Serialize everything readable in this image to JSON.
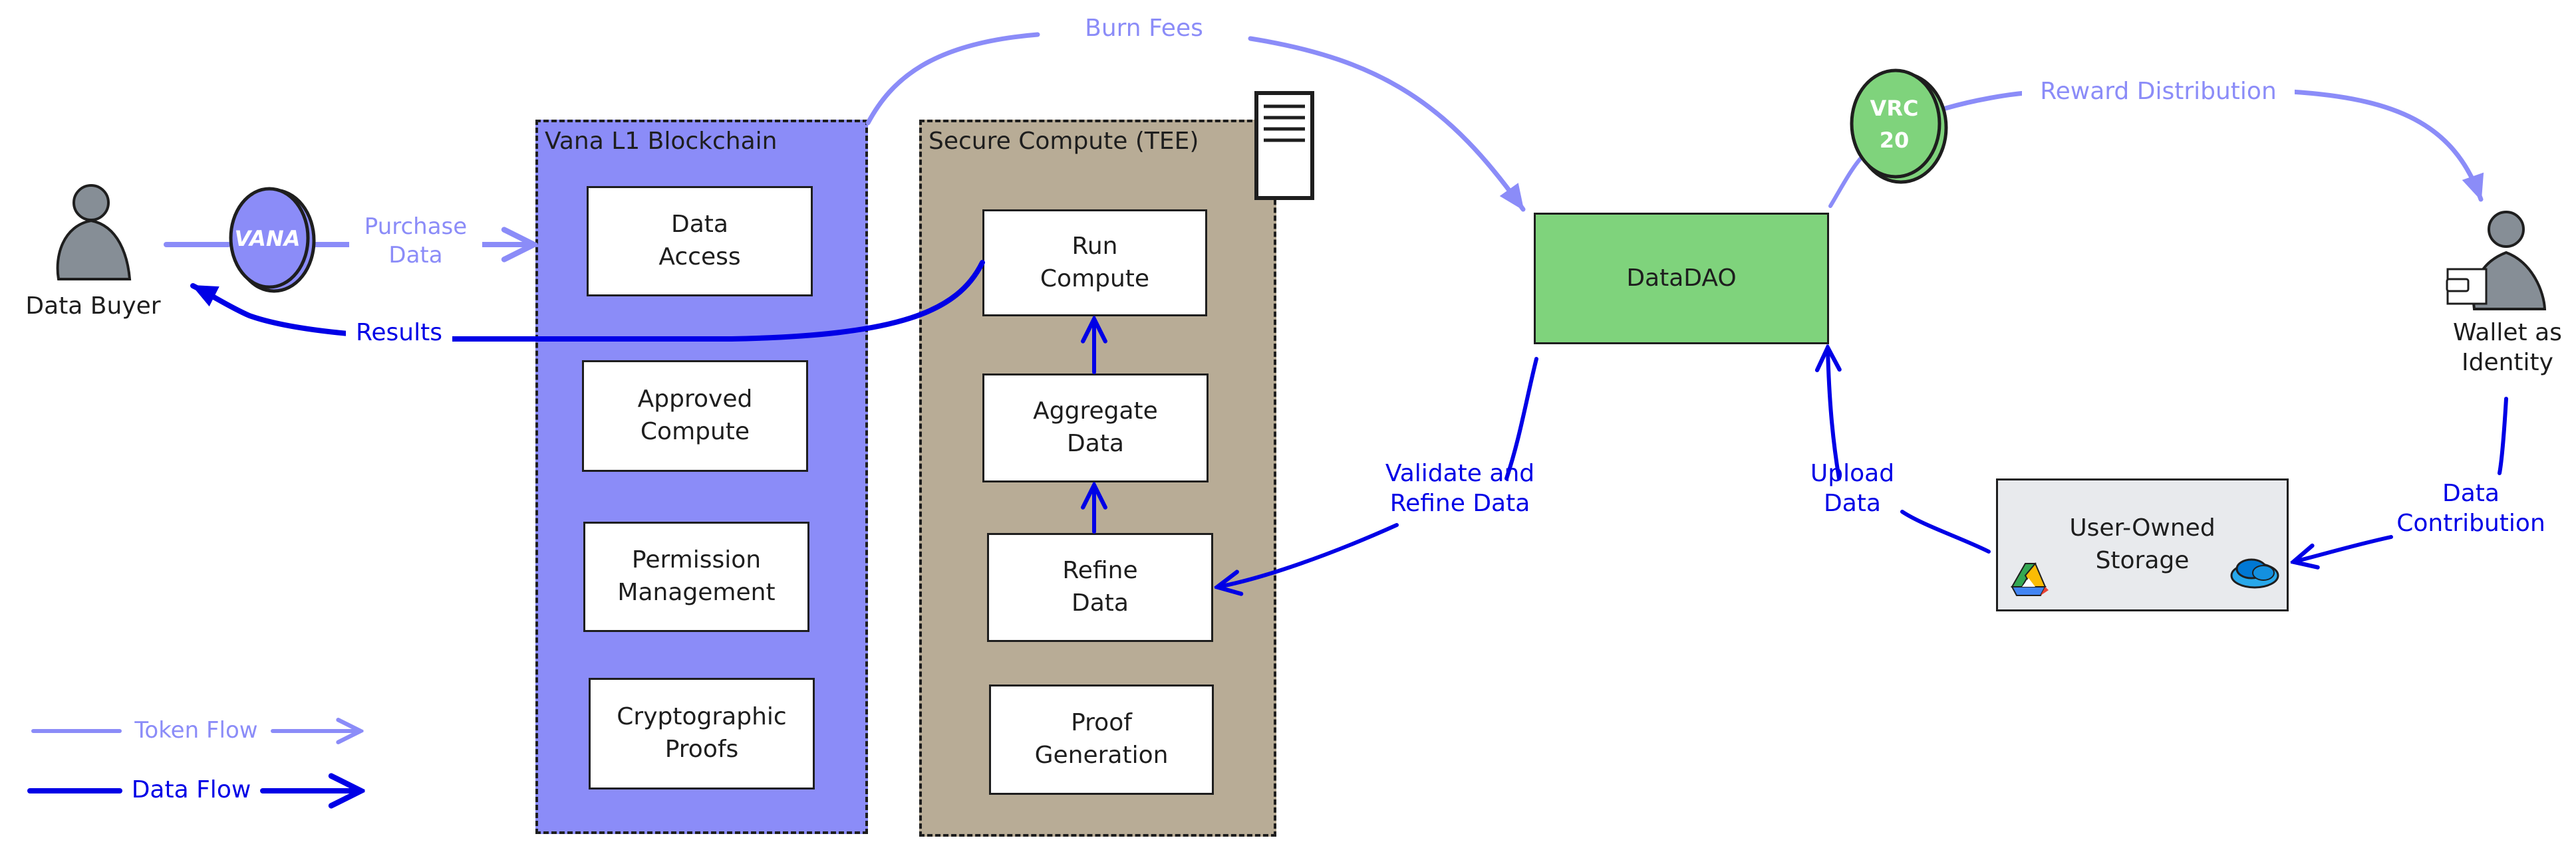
{
  "colors": {
    "token_flow": "#8b8cf8",
    "data_flow": "#0000e6",
    "blockchain_fill": "#8b8cf8",
    "tee_fill": "#b8ac96",
    "datadao_fill": "#7fd37c",
    "storage_fill": "#e8eaed",
    "person_fill": "#868e96",
    "stroke": "#1e1e1e"
  },
  "actors": {
    "data_buyer": {
      "label": "Data Buyer",
      "icon": "person-icon"
    },
    "wallet_identity": {
      "label_line1": "Wallet as",
      "label_line2": "Identity",
      "icon": "person-with-wallet-icon"
    }
  },
  "tokens": {
    "vana": {
      "label": "VANA",
      "icon": "coin-icon"
    },
    "vrc20": {
      "label_line1": "VRC",
      "label_line2": "20",
      "icon": "coin-icon"
    }
  },
  "blockchain": {
    "title": "Vana L1 Blockchain",
    "items": [
      {
        "line1": "Data",
        "line2": "Access"
      },
      {
        "line1": "Approved",
        "line2": "Compute"
      },
      {
        "line1": "Permission",
        "line2": "Management"
      },
      {
        "line1": "Cryptographic",
        "line2": "Proofs"
      }
    ]
  },
  "tee": {
    "title": "Secure Compute (TEE)",
    "icon": "server-icon",
    "items": [
      {
        "line1": "Run",
        "line2": "Compute"
      },
      {
        "line1": "Aggregate",
        "line2": "Data"
      },
      {
        "line1": "Refine",
        "line2": "Data"
      },
      {
        "line1": "Proof",
        "line2": "Generation"
      }
    ]
  },
  "datadao": {
    "label": "DataDAO"
  },
  "storage": {
    "line1": "User-Owned",
    "line2": "Storage",
    "icons": [
      "google-drive-icon",
      "onedrive-icon"
    ]
  },
  "flows": {
    "purchase_data": {
      "line1": "Purchase",
      "line2": "Data",
      "type": "token"
    },
    "results": {
      "label": "Results",
      "type": "data"
    },
    "burn_fees": {
      "label": "Burn Fees",
      "type": "token"
    },
    "reward_distribution": {
      "label": "Reward Distribution",
      "type": "token"
    },
    "validate_refine": {
      "line1": "Validate and",
      "line2": "Refine Data",
      "type": "data"
    },
    "upload_data": {
      "line1": "Upload",
      "line2": "Data",
      "type": "data"
    },
    "data_contribution": {
      "line1": "Data",
      "line2": "Contribution",
      "type": "data"
    }
  },
  "legend": {
    "token_flow": "Token Flow",
    "data_flow": "Data Flow"
  }
}
